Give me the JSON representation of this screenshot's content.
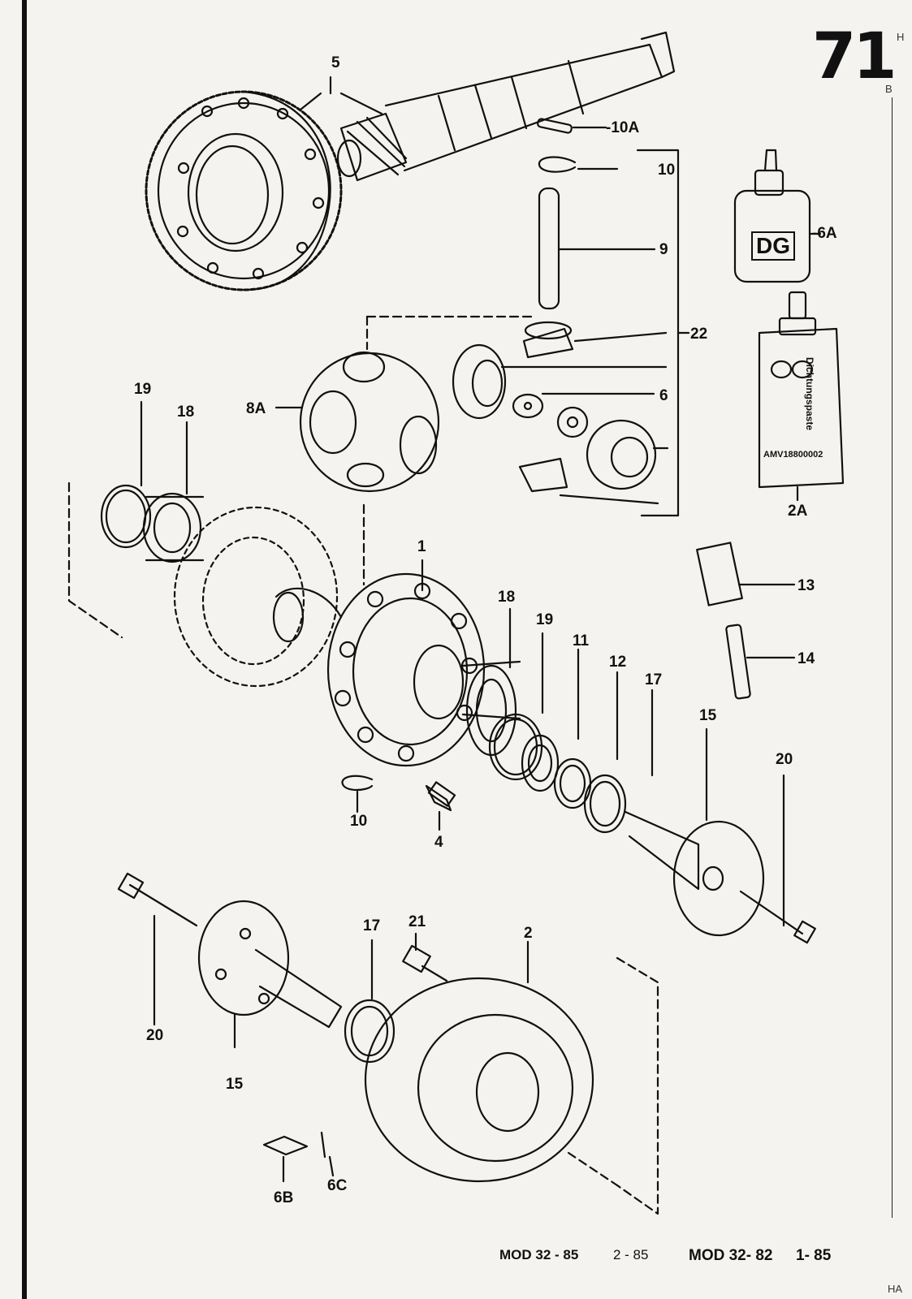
{
  "page": {
    "page_number": "71",
    "edge_text": {
      "top_right": "H",
      "right_b": "B",
      "bottom_right": "HA"
    },
    "footer": {
      "left_model": "MOD 32 - 85",
      "left_date": "2 - 85",
      "right_model": "MOD 32- 82",
      "right_date": "1- 85"
    }
  },
  "diagram": {
    "part_labels": [
      {
        "id": "p5",
        "text": "5"
      },
      {
        "id": "p10A",
        "text": "-10A"
      },
      {
        "id": "p10top",
        "text": "10"
      },
      {
        "id": "p9",
        "text": "9"
      },
      {
        "id": "p22",
        "text": "22"
      },
      {
        "id": "p6",
        "text": "6"
      },
      {
        "id": "p8A",
        "text": "8A"
      },
      {
        "id": "p19a",
        "text": "19"
      },
      {
        "id": "p18a",
        "text": "18"
      },
      {
        "id": "p1",
        "text": "1"
      },
      {
        "id": "p18b",
        "text": "18"
      },
      {
        "id": "p19b",
        "text": "19"
      },
      {
        "id": "p11",
        "text": "11"
      },
      {
        "id": "p12",
        "text": "12"
      },
      {
        "id": "p17a",
        "text": "17"
      },
      {
        "id": "p15a",
        "text": "15"
      },
      {
        "id": "p20a",
        "text": "20"
      },
      {
        "id": "p10b",
        "text": "10"
      },
      {
        "id": "p4",
        "text": "4"
      },
      {
        "id": "p13",
        "text": "13"
      },
      {
        "id": "p14",
        "text": "14"
      },
      {
        "id": "p6A",
        "text": "-6A"
      },
      {
        "id": "p2A",
        "text": "2A"
      },
      {
        "id": "p20b",
        "text": "20"
      },
      {
        "id": "p15b",
        "text": "15"
      },
      {
        "id": "p17b",
        "text": "17"
      },
      {
        "id": "p21",
        "text": "21"
      },
      {
        "id": "p2",
        "text": "2"
      },
      {
        "id": "p6B",
        "text": "6B"
      },
      {
        "id": "p6C",
        "text": "6C"
      }
    ],
    "bottle_mark": "DG",
    "tube_text": "Dichtungspaste",
    "tube_code": "AMV18800002"
  }
}
